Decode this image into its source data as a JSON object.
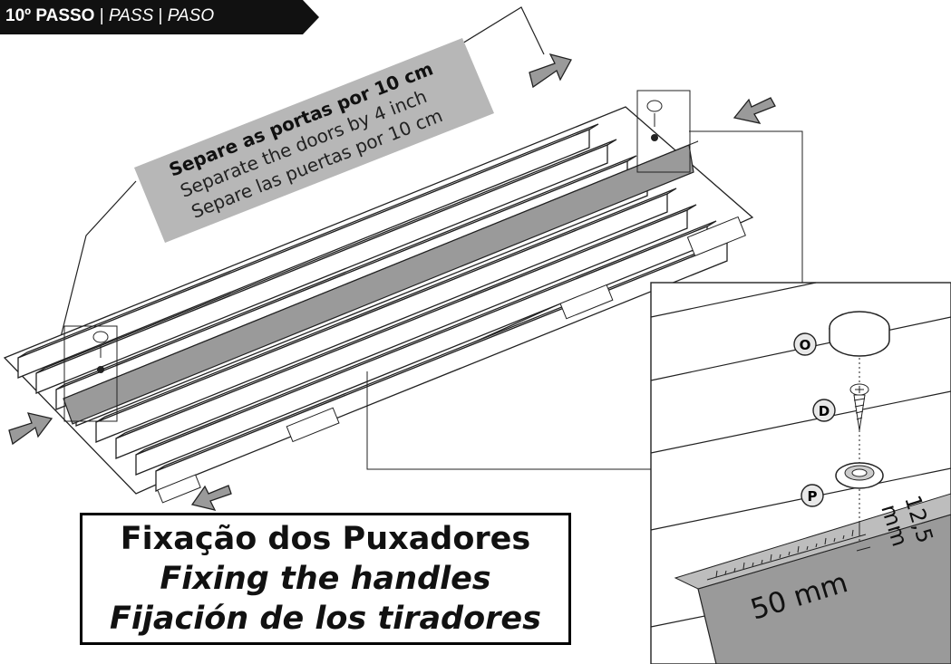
{
  "step": {
    "main": "10º PASSO",
    "sep": " | ",
    "en": "PASS",
    "es": "PASO"
  },
  "note": {
    "pt": "Separe as portas por 10 cm",
    "en": "Separate the doors by 4 inch",
    "es": "Separe las puertas por 10 cm"
  },
  "parts": {
    "o": "O",
    "d": "D",
    "p": "P"
  },
  "ruler": {
    "label": "50 mm",
    "measure_value": "12,5",
    "measure_unit": "mm"
  },
  "title": {
    "pt": "Fixação dos Puxadores",
    "en": "Fixing the handles",
    "es": "Fijación de los tiradores"
  }
}
